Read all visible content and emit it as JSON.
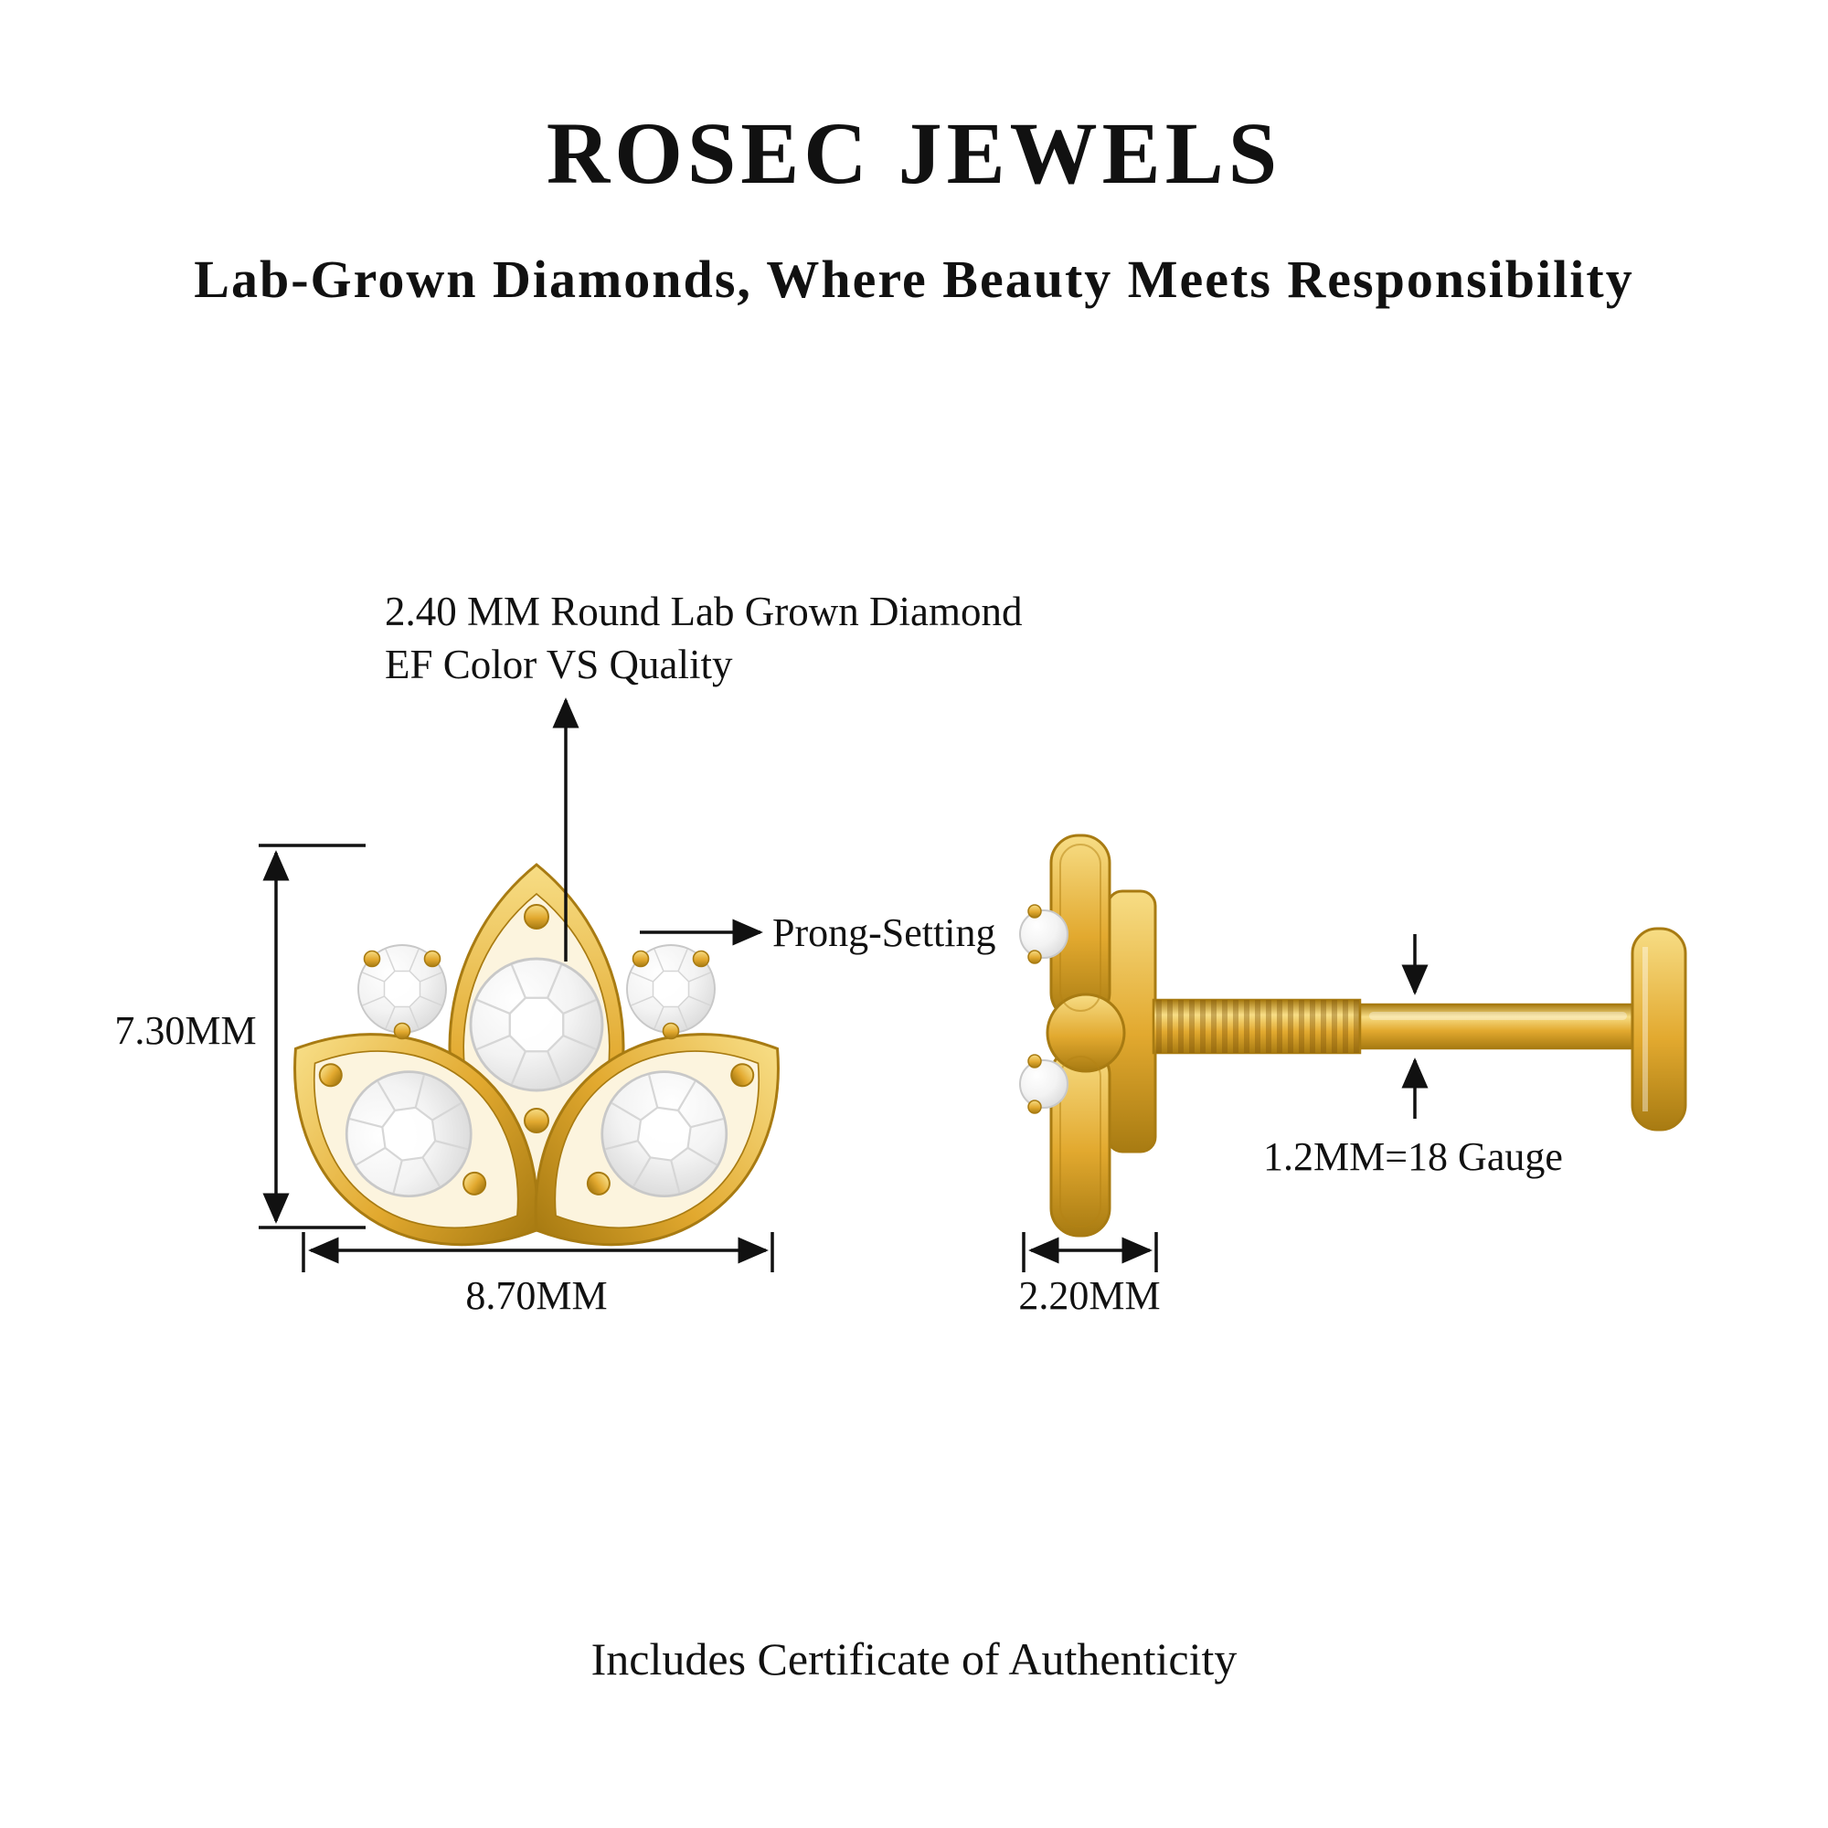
{
  "header": {
    "brand": "ROSEC JEWELS",
    "tagline": "Lab-Grown Diamonds, Where Beauty Meets Responsibility"
  },
  "callouts": {
    "diamond_line1": "2.40 MM Round Lab Grown Diamond",
    "diamond_line2": "EF Color VS Quality",
    "prong": "Prong-Setting",
    "gauge": "1.2MM=18 Gauge"
  },
  "dimensions": {
    "height": "7.30MM",
    "width": "8.70MM",
    "side_width": "2.20MM"
  },
  "footer": {
    "certificate": "Includes Certificate of Authenticity"
  },
  "colors": {
    "gold": "#E2A92F",
    "gold_light": "#F7DD85",
    "gold_deep": "#A87B12",
    "petal_inner": "#FCF4DE",
    "diamond_edge": "#C8C8C8",
    "text": "#111111"
  }
}
